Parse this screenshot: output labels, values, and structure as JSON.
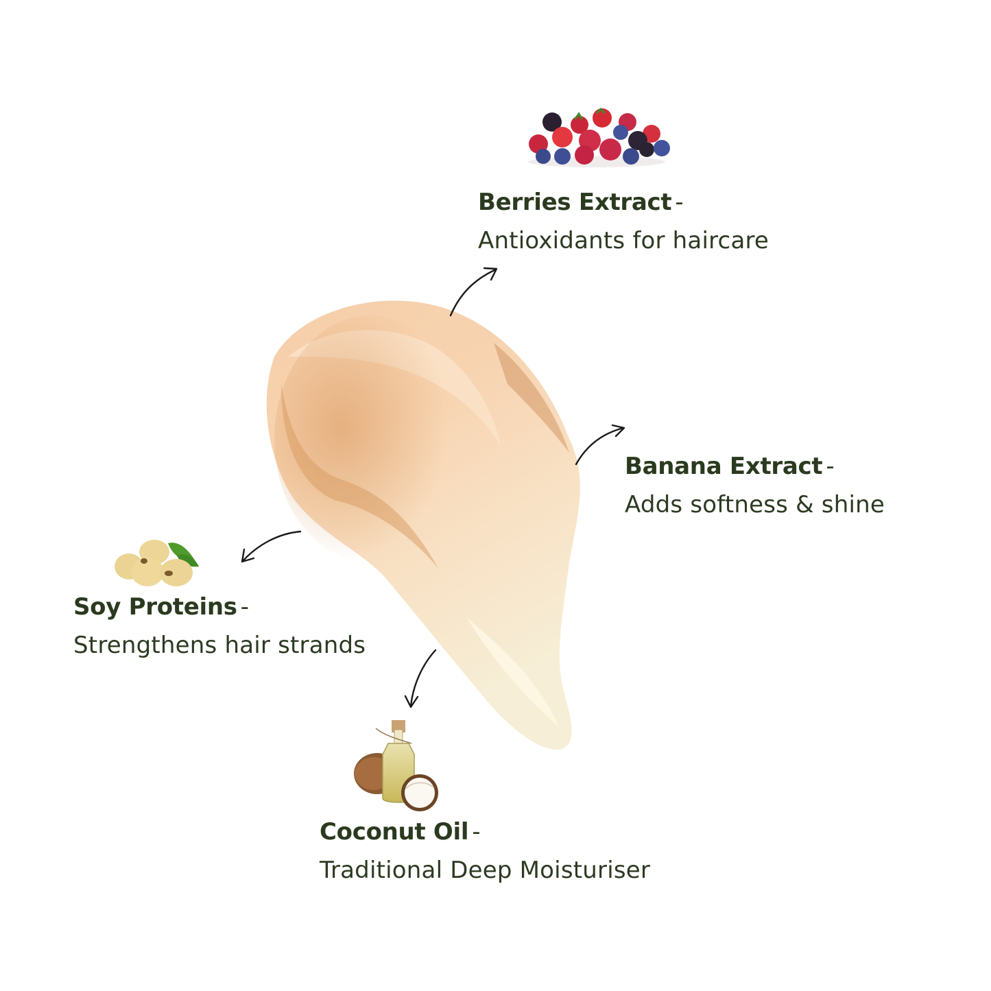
{
  "ingredients": [
    {
      "name": "Berries Extract",
      "separator": "-",
      "description": "Antioxidants for haircare",
      "icon": "berries-icon"
    },
    {
      "name": "Banana Extract",
      "separator": "-",
      "description": "Adds softness & shine",
      "icon": "banana-icon"
    },
    {
      "name": "Soy Proteins",
      "separator": "-",
      "description": "Strengthens hair strands",
      "icon": "soybean-icon"
    },
    {
      "name": "Coconut Oil",
      "separator": "-",
      "description": "Traditional Deep Moisturiser",
      "icon": "coconut-oil-icon"
    }
  ],
  "colors": {
    "text": "#2b3a1f",
    "cream_light": "#fbe3c8",
    "cream_dark": "#d69a62",
    "background": "#ffffff"
  }
}
